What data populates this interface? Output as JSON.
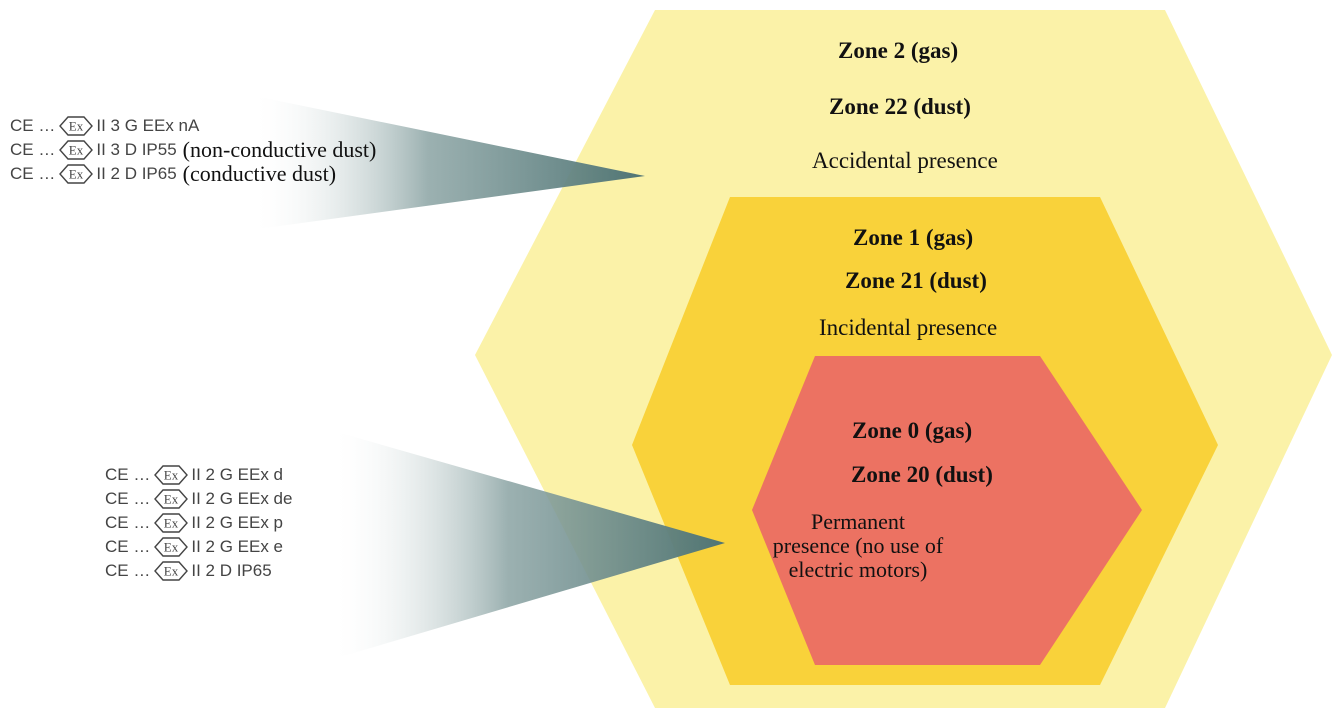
{
  "colors": {
    "zone2_fill": "#fbf2a8",
    "zone1_fill": "#f9d23a",
    "zone0_fill": "#ec7262",
    "pointer": "#5d7f80"
  },
  "zones": [
    {
      "title_gas": "Zone 2 (gas)",
      "title_dust": "Zone 22 (dust)",
      "description": "Accidental presence"
    },
    {
      "title_gas": "Zone 1 (gas)",
      "title_dust": "Zone 21 (dust)",
      "description": "Incidental presence"
    },
    {
      "title_gas": "Zone 0 (gas)",
      "title_dust": "Zone 20 (dust)",
      "description_lines": [
        "Permanent",
        "presence (no use of",
        "electric motors)"
      ]
    }
  ],
  "markings_zone2": [
    {
      "ce": "CE …",
      "icon": "ex-icon",
      "code": "II 3 G EEx nA",
      "note": ""
    },
    {
      "ce": "CE …",
      "icon": "ex-icon",
      "code": "II 3 D IP55",
      "note": "(non-conductive dust)"
    },
    {
      "ce": "CE …",
      "icon": "ex-icon",
      "code": "II 2 D IP65",
      "note": "(conductive dust)"
    }
  ],
  "markings_zone1": [
    {
      "ce": "CE …",
      "icon": "ex-icon",
      "code": "II 2 G EEx d"
    },
    {
      "ce": "CE …",
      "icon": "ex-icon",
      "code": "II 2 G EEx de"
    },
    {
      "ce": "CE …",
      "icon": "ex-icon",
      "code": "II 2 G EEx p"
    },
    {
      "ce": "CE …",
      "icon": "ex-icon",
      "code": "II 2 G EEx e"
    },
    {
      "ce": "CE …",
      "icon": "ex-icon",
      "code": "II 2 D IP65"
    }
  ]
}
